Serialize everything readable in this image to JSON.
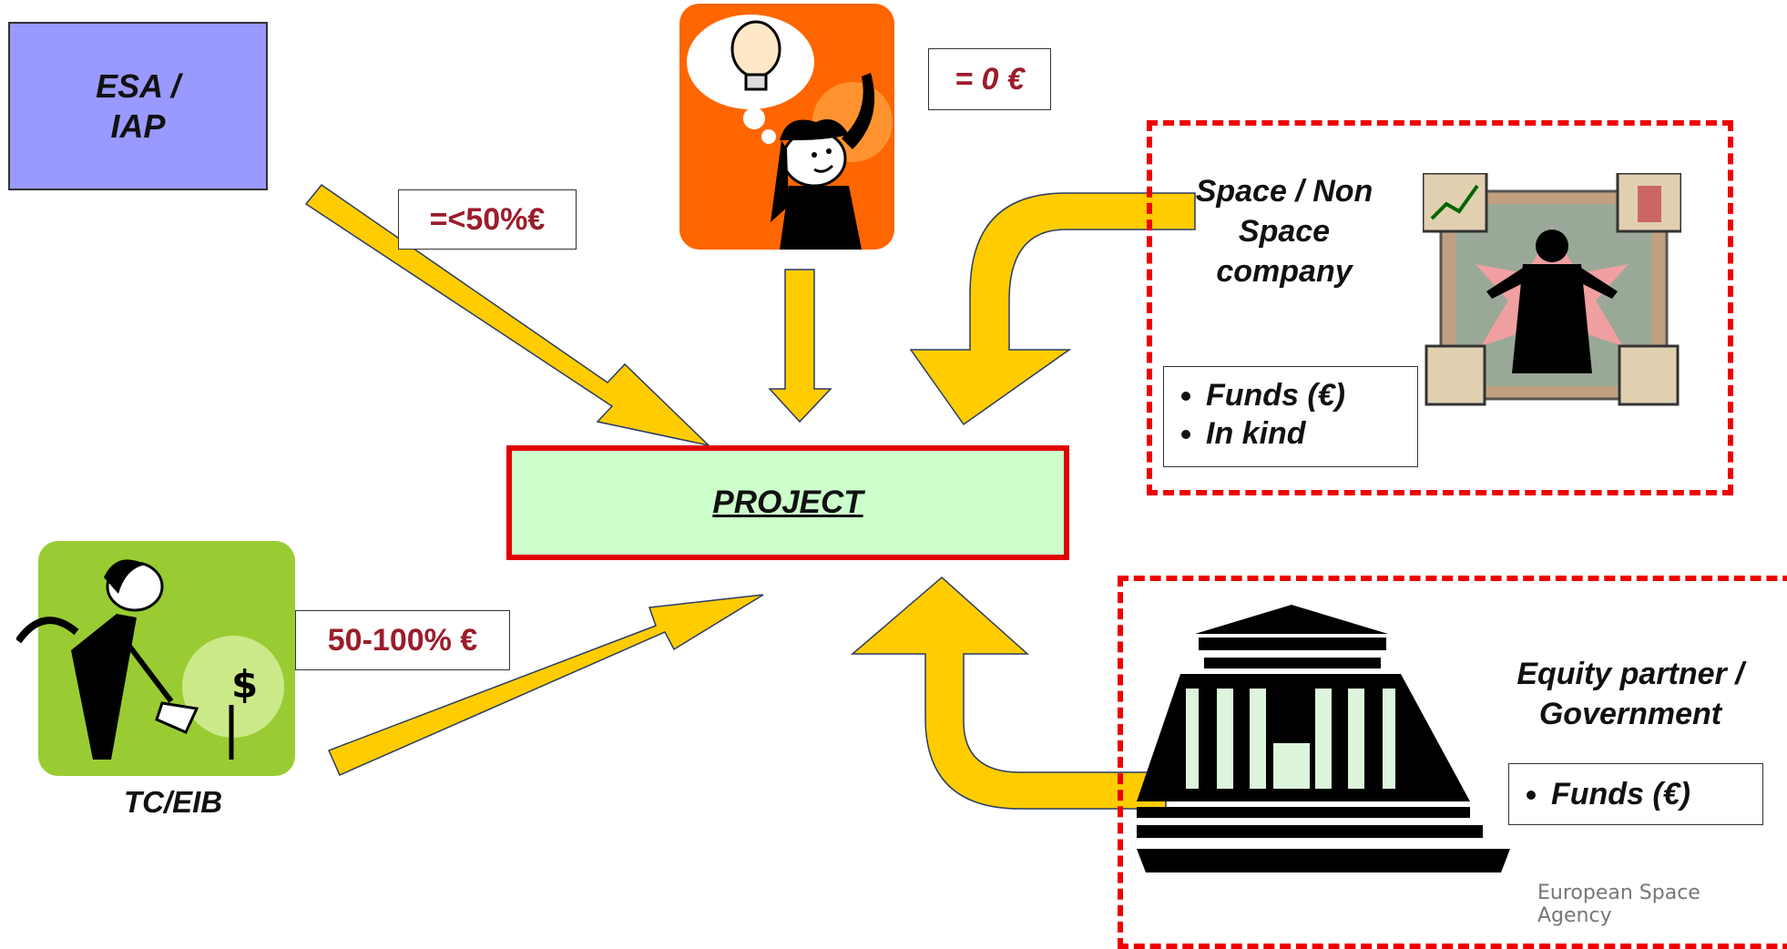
{
  "esa_label": "ESA /\nIAP",
  "esa_label_line1": "ESA /",
  "esa_label_line2": "IAP",
  "labels": {
    "esa_share": "=<50%€",
    "idea_share": "= 0 €",
    "tc_share": "50-100% €"
  },
  "project": "PROJECT",
  "tc_label": "TC/EIB",
  "company": {
    "title_line1": "Space / Non",
    "title_line2": "Space",
    "title_line3": "company",
    "bullets": [
      "Funds (€)",
      "In kind"
    ]
  },
  "equity": {
    "title_line1": "Equity partner /",
    "title_line2": "Government",
    "bullets": [
      "Funds (€)"
    ]
  },
  "watermark": "European Space Agency",
  "colors": {
    "arrow": "#ffcc00",
    "esa_box": "#9999ff",
    "project_fill": "#ccffcc",
    "project_border": "#e00000",
    "dashed_border": "#ee0000",
    "label_text": "#9b1c2b"
  },
  "icons": [
    "lightbulb-thinker-icon",
    "businessman-icon",
    "watering-money-icon",
    "government-building-icon"
  ]
}
